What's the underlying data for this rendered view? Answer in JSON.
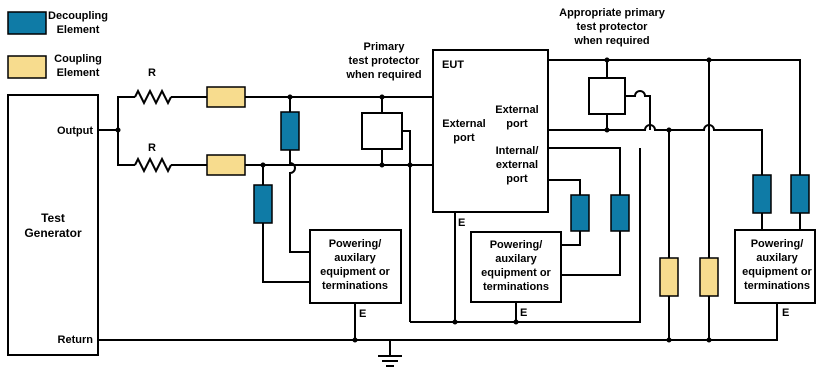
{
  "legend": {
    "decoupling": [
      "Decoupling",
      "Element"
    ],
    "coupling": [
      "Coupling",
      "Element"
    ]
  },
  "colors": {
    "decoupling": "#0f7ba6",
    "coupling": "#f7dc8e"
  },
  "generator": {
    "title": [
      "Test",
      "Generator"
    ],
    "output": "Output",
    "return": "Return"
  },
  "resistor_label": "R",
  "protector_primary": [
    "Primary",
    "test protector",
    "when required"
  ],
  "protector_appropriate": [
    "Appropriate primary",
    "test protector",
    "when required"
  ],
  "eut": {
    "title": "EUT",
    "external_port_left": [
      "External",
      "port"
    ],
    "external_port_right": [
      "External",
      "port"
    ],
    "internal_port": [
      "Internal/",
      "external",
      "port"
    ],
    "earth": "E"
  },
  "powering_box": [
    "Powering/",
    "auxilary",
    "equipment or",
    "terminations"
  ],
  "earth_label": "E"
}
